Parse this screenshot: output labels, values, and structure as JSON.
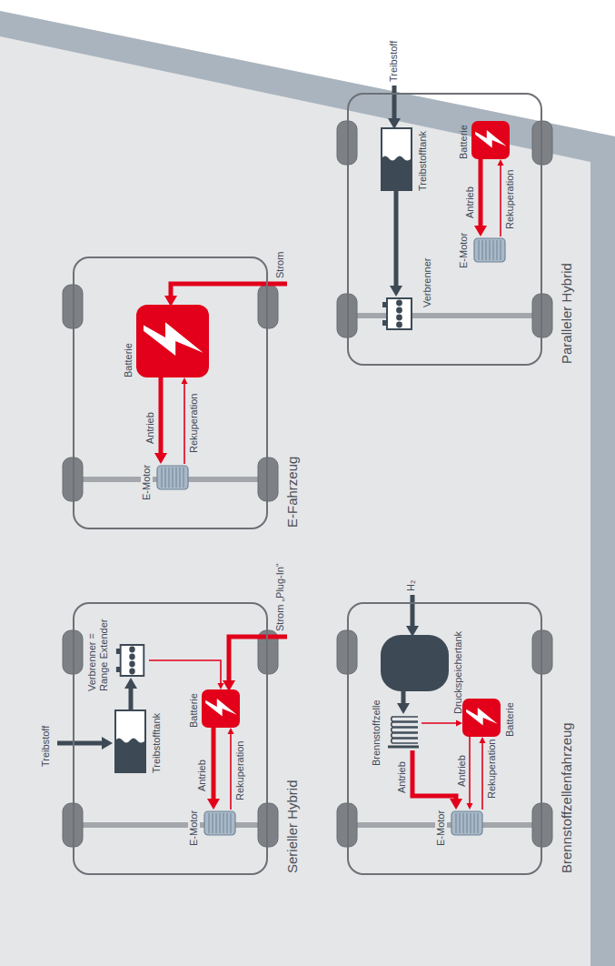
{
  "diagram": {
    "nodes": [
      {
        "text": [
          "Serieller Hybrid"
        ]
      },
      {
        "text": [
          "Treibstofftank"
        ],
        "in": 0
      },
      {
        "text": [
          "Verbrenner = Range Extender"
        ],
        "in": 0
      },
      {
        "text": [
          "Batterie"
        ],
        "in": 0
      },
      {
        "text": [
          "E-Motor"
        ],
        "in": 0
      },
      {
        "text": [
          "E-Fahrzeug"
        ]
      },
      {
        "text": [
          "Batterie"
        ],
        "in": 5
      },
      {
        "text": [
          "E-Motor"
        ],
        "in": 5
      },
      {
        "text": [
          "Brennstoffzellenfahrzeug"
        ]
      },
      {
        "text": [
          "Druckspeichertank"
        ],
        "in": 8
      },
      {
        "text": [
          "Brennstoffzelle"
        ],
        "in": 8
      },
      {
        "text": [
          "Batterie"
        ],
        "in": 8
      },
      {
        "text": [
          "E-Motor"
        ],
        "in": 8
      },
      {
        "text": [
          "Paralleler Hybrid"
        ]
      },
      {
        "text": [
          "Treibstofftank"
        ],
        "in": 13
      },
      {
        "text": [
          "Verbrenner"
        ],
        "in": 13
      },
      {
        "text": [
          "Batterie"
        ],
        "in": 13
      },
      {
        "text": [
          "E-Motor"
        ],
        "in": 13
      }
    ],
    "edges": [
      {
        "from": 1,
        "to": 2,
        "arrow": "to"
      },
      {
        "from": 2,
        "to": 3,
        "arrow": "to"
      },
      {
        "from": 3,
        "to": 4,
        "label": "Antrieb",
        "arrow": "to"
      },
      {
        "from": 4,
        "to": 3,
        "label": "Rekuperation",
        "arrow": "to"
      },
      {
        "from": 6,
        "to": 7,
        "label": "Antrieb",
        "arrow": "to"
      },
      {
        "from": 7,
        "to": 6,
        "label": "Rekuperation",
        "arrow": "to"
      },
      {
        "from": 9,
        "to": 10,
        "arrow": "to"
      },
      {
        "from": 10,
        "to": 12,
        "label": "Antrieb",
        "arrow": "to"
      },
      {
        "from": 10,
        "to": 11,
        "arrow": "to"
      },
      {
        "from": 11,
        "to": 12,
        "label": "Antrieb",
        "arrow": "to"
      },
      {
        "from": 12,
        "to": 11,
        "label": "Rekuperation",
        "arrow": "to"
      },
      {
        "from": 14,
        "to": 15,
        "arrow": "to"
      },
      {
        "from": 16,
        "to": 17,
        "label": "Antrieb",
        "arrow": "to"
      },
      {
        "from": 17,
        "to": 16,
        "label": "Rekuperation",
        "arrow": "to"
      }
    ],
    "labels": [
      "Treibstoff",
      "Strom „Plug-In“",
      "Strom",
      "H₂",
      "Treibstoff"
    ]
  }
}
